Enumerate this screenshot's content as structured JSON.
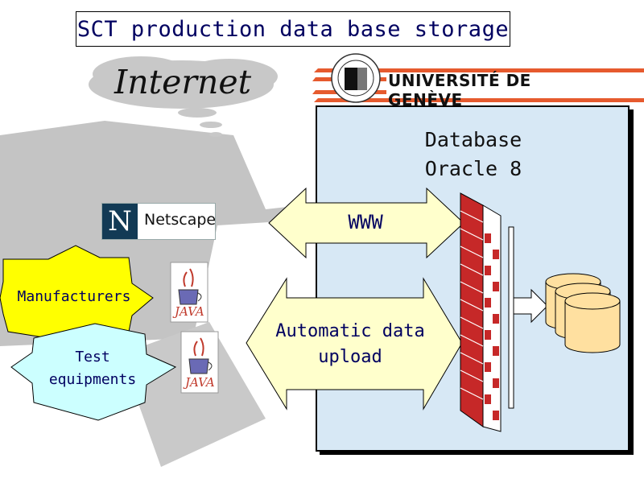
{
  "title": "SCT production data base storage",
  "cloud_label": "Internet",
  "university": "UNIVERSITÉ DE GENÈVE",
  "database": {
    "line1": "Database",
    "line2": "Oracle 8"
  },
  "browser": {
    "letter": "N",
    "name": "Netscape"
  },
  "arrows": {
    "www": "WWW",
    "upload_line1": "Automatic data",
    "upload_line2": "upload"
  },
  "sources": {
    "manufacturers": "Manufacturers",
    "test_line1": "Test",
    "test_line2": "equipments"
  },
  "java_label": "JAVA",
  "colors": {
    "title_text": "#000060",
    "yellow": "#ffff00",
    "cyan": "#ccffff",
    "cream": "#ffffcc",
    "server_bg": "#d7e8f5",
    "brick": "#c62828"
  },
  "icons": [
    "cloud-icon",
    "geneva-seal-icon",
    "netscape-logo-icon",
    "java-cup-icon",
    "firewall-brick-wall-icon",
    "database-cylinder-icon"
  ]
}
